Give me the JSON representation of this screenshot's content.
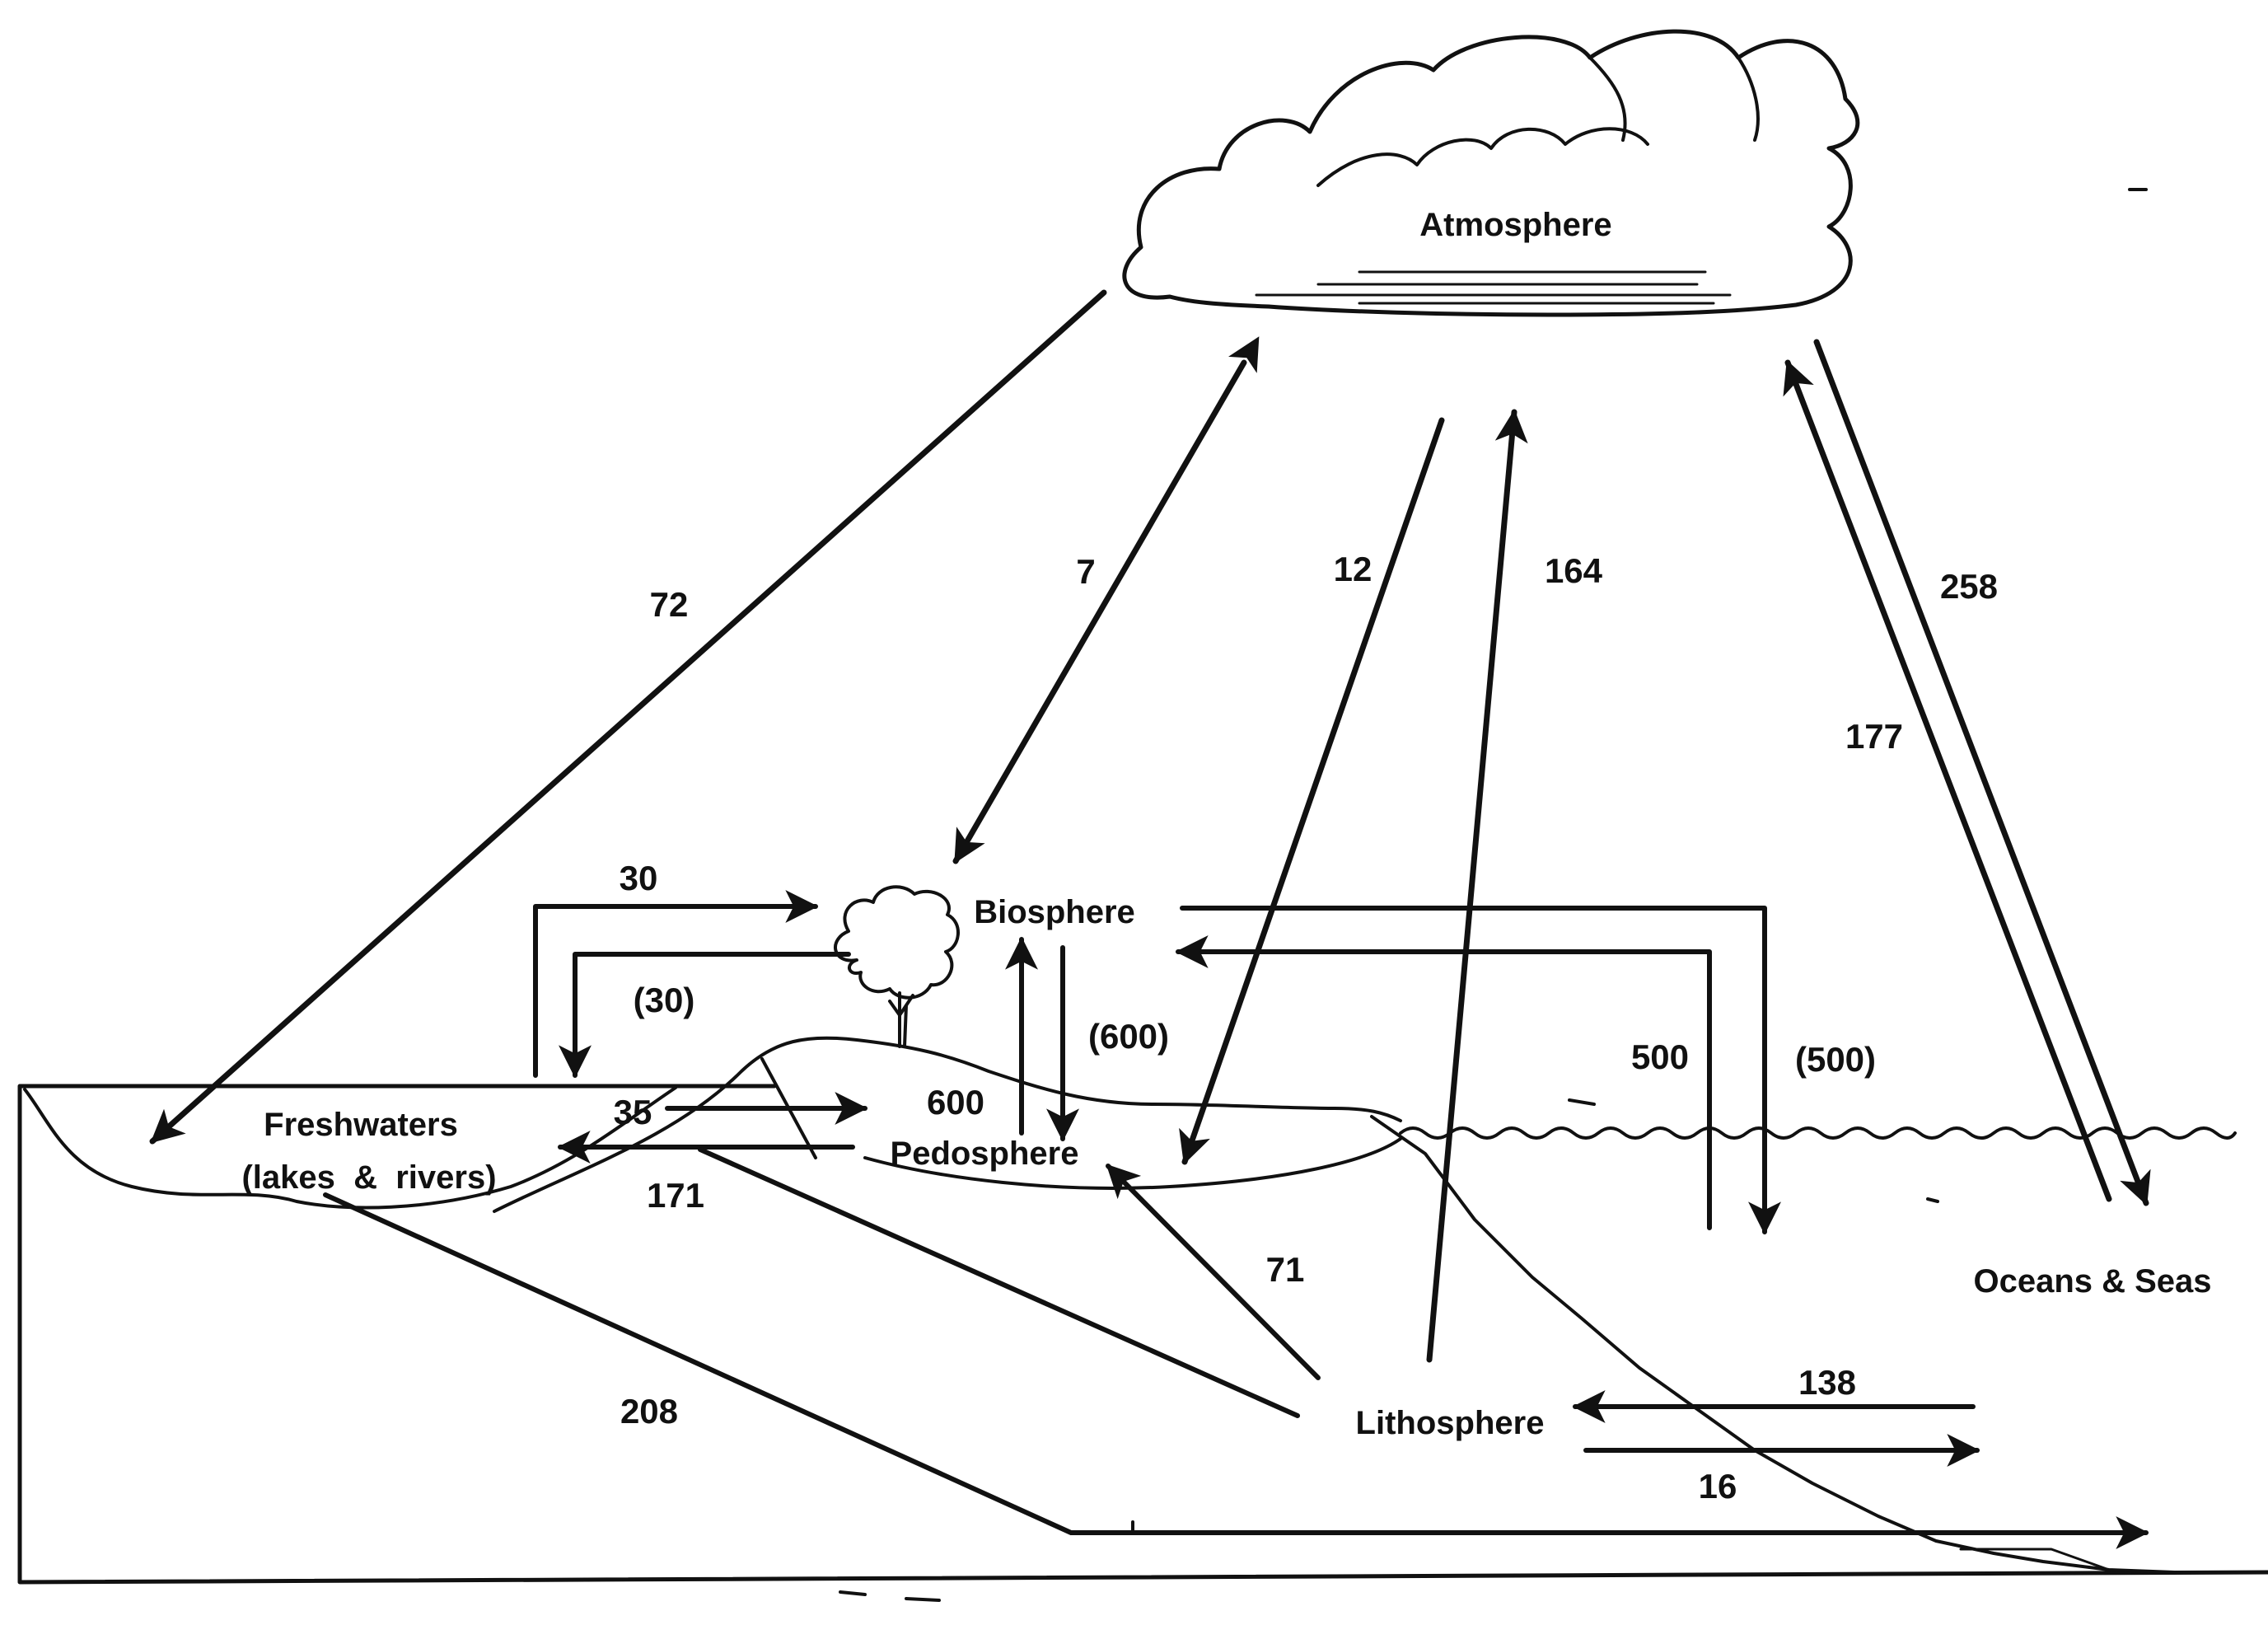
{
  "reservoirs": {
    "atmosphere": "Atmosphere",
    "biosphere": "Biosphere",
    "pedosphere": "Pedosphere",
    "freshwaters_line1": "Freshwaters",
    "freshwaters_line2": "(lakes  &  rivers)",
    "oceans": "Oceans & Seas",
    "lithosphere": "Lithosphere"
  },
  "flows": {
    "atm_to_freshwaters": "72",
    "atm_biosphere": "7",
    "atm_to_pedosphere": "12",
    "litho_to_atm": "164",
    "atm_to_oceans": "258",
    "oceans_to_atm": "177",
    "freshwaters_to_biosphere": "30",
    "biosphere_to_freshwaters": "(30)",
    "biosphere_to_pedosphere": "(600)",
    "pedosphere_to_biosphere": "600",
    "oceans_to_biosphere": "500",
    "biosphere_to_oceans": "(500)",
    "freshwaters_to_pedosphere": "35",
    "pedosphere_to_freshwaters": "171",
    "litho_to_pedosphere": "71",
    "freshwaters_to_oceans": "208",
    "oceans_to_litho": "138",
    "litho_to_oceans": "16"
  }
}
